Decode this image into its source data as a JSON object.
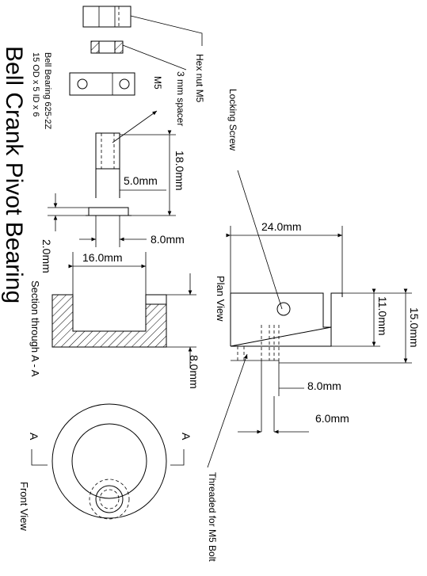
{
  "title": "Bell Crank Pivot Bearing",
  "bearing_spec": {
    "line1": "Bell Bearing 625-2Z",
    "line2": "15 OD x 5 ID x 6"
  },
  "parts": {
    "hex_nut": "Hex nut M5",
    "spacer": "3 mm spacer",
    "bolt": "M5"
  },
  "dims_left": {
    "shaft_length": "18.0mm",
    "shaft_dia": "5.0mm",
    "flange_thickness": "2.0mm",
    "flange_inner": "8.0mm",
    "housing_width": "16.0mm",
    "housing_depth": "8.0mm"
  },
  "views": {
    "section": "Section through A - A",
    "plan": "Plan View",
    "front": "Front View",
    "section_marker_left": "A",
    "section_marker_right": "A"
  },
  "dims_right": {
    "locking_screw": "Locking Screw",
    "length": "24.0mm",
    "height_inner": "11.0mm",
    "height_outer": "15.0mm",
    "hole_spacing": "8.0mm",
    "hole_dia": "6.0mm",
    "threaded_note": "Threaded for M5 Bolt"
  },
  "colors": {
    "ink": "#000000",
    "paper": "#ffffff"
  }
}
